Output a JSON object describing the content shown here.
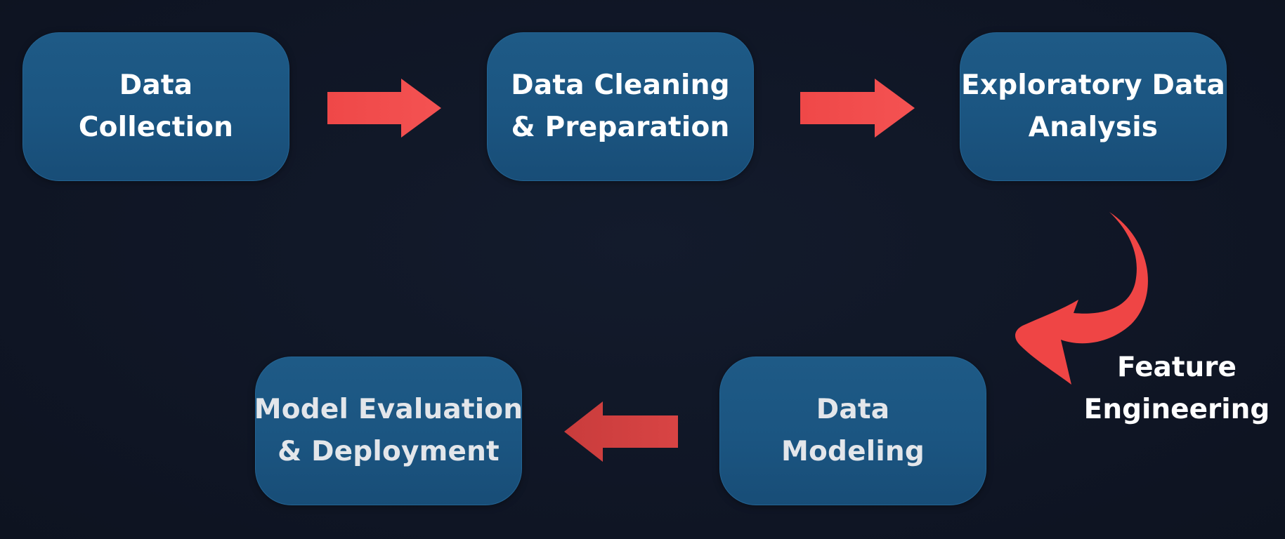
{
  "colors": {
    "background": "#101726",
    "box_fill": "#1b5581",
    "arrow": "#ef4848",
    "text": "#ffffff"
  },
  "steps": [
    {
      "line1": "Data",
      "line2": "Collection"
    },
    {
      "line1": "Data Cleaning",
      "line2": "& Preparation"
    },
    {
      "line1": "Exploratory Data",
      "line2": "Analysis"
    },
    {
      "line1": "Data",
      "line2": "Modeling"
    },
    {
      "line1": "Model Evaluation",
      "line2": "& Deployment"
    }
  ],
  "transition_label": {
    "line1": "Feature",
    "line2": "Engineering"
  }
}
